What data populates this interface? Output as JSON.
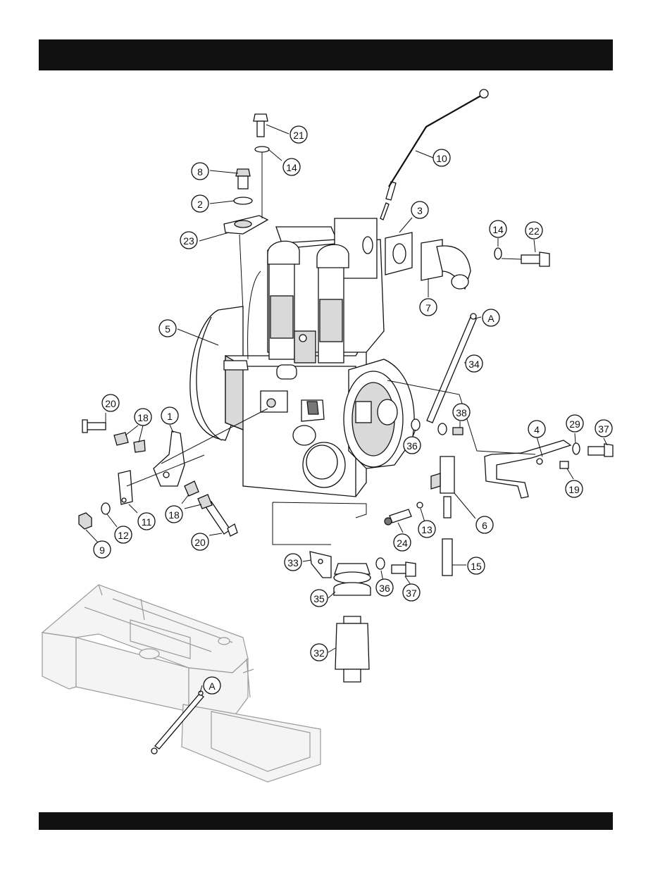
{
  "header": {
    "title": ""
  },
  "footer": {
    "text": ""
  },
  "callouts": [
    {
      "id": "c21",
      "label": "21"
    },
    {
      "id": "c14a",
      "label": "14"
    },
    {
      "id": "c8",
      "label": "8"
    },
    {
      "id": "c2",
      "label": "2"
    },
    {
      "id": "c23",
      "label": "23"
    },
    {
      "id": "c10",
      "label": "10"
    },
    {
      "id": "c3",
      "label": "3"
    },
    {
      "id": "c14b",
      "label": "14"
    },
    {
      "id": "c22",
      "label": "22"
    },
    {
      "id": "c7",
      "label": "7"
    },
    {
      "id": "cA1",
      "label": "A"
    },
    {
      "id": "c5",
      "label": "5"
    },
    {
      "id": "c34",
      "label": "34"
    },
    {
      "id": "c20a",
      "label": "20"
    },
    {
      "id": "c18a",
      "label": "18"
    },
    {
      "id": "c1",
      "label": "1"
    },
    {
      "id": "c38",
      "label": "38"
    },
    {
      "id": "c4",
      "label": "4"
    },
    {
      "id": "c29",
      "label": "29"
    },
    {
      "id": "c37a",
      "label": "37"
    },
    {
      "id": "c36a",
      "label": "36"
    },
    {
      "id": "c19",
      "label": "19"
    },
    {
      "id": "c11",
      "label": "11"
    },
    {
      "id": "c18b",
      "label": "18"
    },
    {
      "id": "c6",
      "label": "6"
    },
    {
      "id": "c12",
      "label": "12"
    },
    {
      "id": "c9",
      "label": "9"
    },
    {
      "id": "c20b",
      "label": "20"
    },
    {
      "id": "c24",
      "label": "24"
    },
    {
      "id": "c13",
      "label": "13"
    },
    {
      "id": "c15",
      "label": "15"
    },
    {
      "id": "c33",
      "label": "33"
    },
    {
      "id": "c36b",
      "label": "36"
    },
    {
      "id": "c37b",
      "label": "37"
    },
    {
      "id": "c35",
      "label": "35"
    },
    {
      "id": "c32",
      "label": "32"
    },
    {
      "id": "cA2",
      "label": "A"
    }
  ]
}
